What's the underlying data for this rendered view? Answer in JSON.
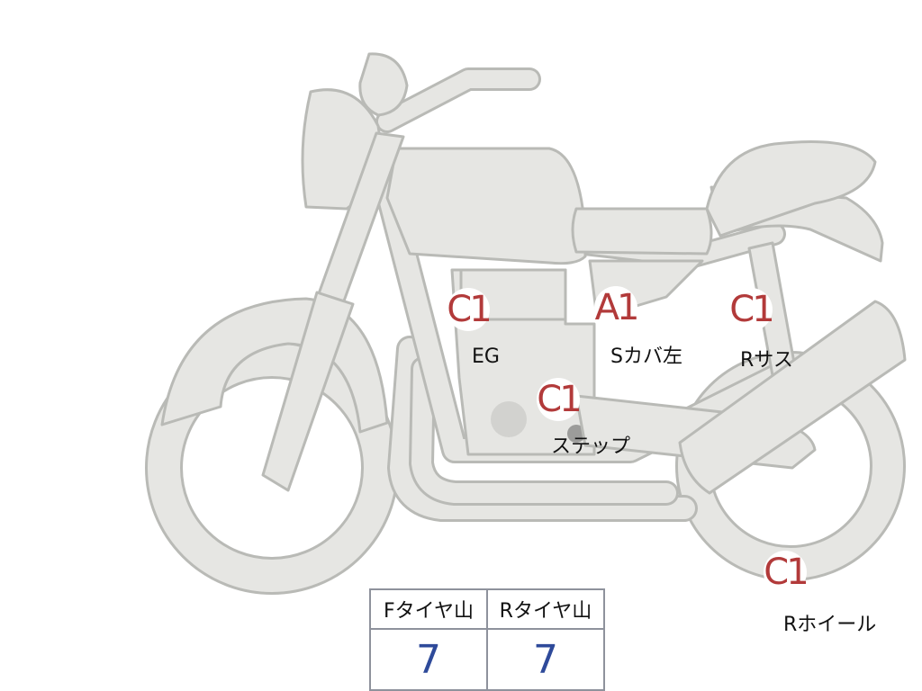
{
  "colors": {
    "body_fill": "#e6e6e3",
    "body_outline": "#b9bab6",
    "grade_text": "#b23a3a",
    "tread_value_text": "#2e4a9a",
    "table_border": "#8e929c"
  },
  "inspection_points": [
    {
      "grade": "C1",
      "label": "EG"
    },
    {
      "grade": "A1",
      "label": "Sカバ左"
    },
    {
      "grade": "C1",
      "label": "Rサス"
    },
    {
      "grade": "C1",
      "label": "ステップ"
    },
    {
      "grade": "C1",
      "label": "Rホイール"
    }
  ],
  "tire_table": {
    "front_header": "Fタイヤ山",
    "rear_header": "Rタイヤ山",
    "front_value": "7",
    "rear_value": "7"
  }
}
